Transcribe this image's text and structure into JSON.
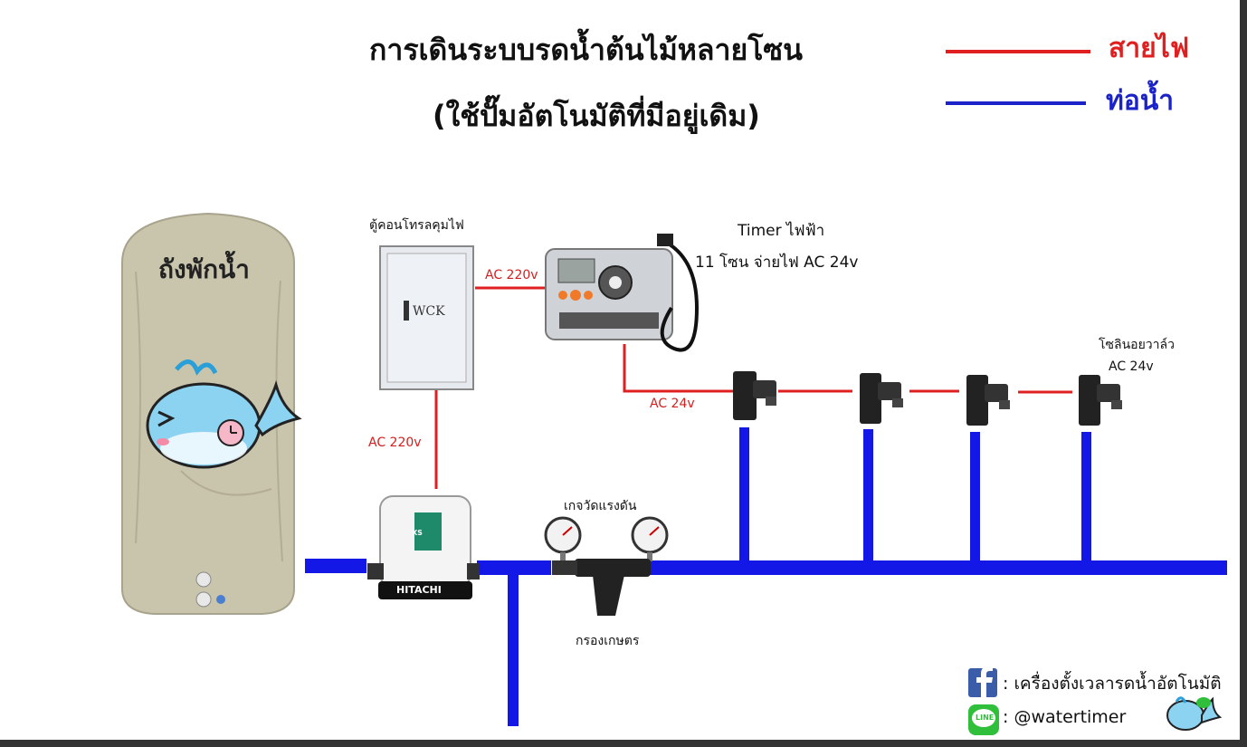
{
  "title": {
    "line1": "การเดินระบบรดน้ำต้นไม้หลายโซน",
    "line2": "(ใช้ปั๊มอัตโนมัติที่มีอยู่เดิม)"
  },
  "legend": {
    "power_label": "สายไฟ",
    "power_color": "#e02020",
    "pipe_label": "ท่อน้ำ",
    "pipe_color": "#1a22c8"
  },
  "components": {
    "tank_label": "ถังพักน้ำ",
    "cabinet_label": "ตู้คอนโทรลคุมไฟ",
    "cabinet_brand": "WCK",
    "timer_label_line1": "Timer ไฟฟ้า",
    "timer_label_line2": "11 โซน  จ่ายไฟ AC 24v",
    "pump_brand": "HITACHI",
    "pump_series": "XS",
    "gauge_label": "เกจวัดแรงดัน",
    "filter_label": "กรองเกษตร",
    "valve_label_line1": "โซลินอยวาล์ว",
    "valve_label_line2": "AC 24v"
  },
  "wires": {
    "cabinet_to_timer": "AC 220v",
    "cabinet_to_pump": "AC 220v",
    "timer_to_valves": "AC 24v"
  },
  "footer": {
    "facebook_text": ":  เครื่องตั้งเวลารดน้ำอัตโนมัติ",
    "line_text": ":  @watertimer",
    "line_icon_text": "LINE",
    "facebook_icon": "facebook-icon",
    "line_icon": "line-icon"
  }
}
